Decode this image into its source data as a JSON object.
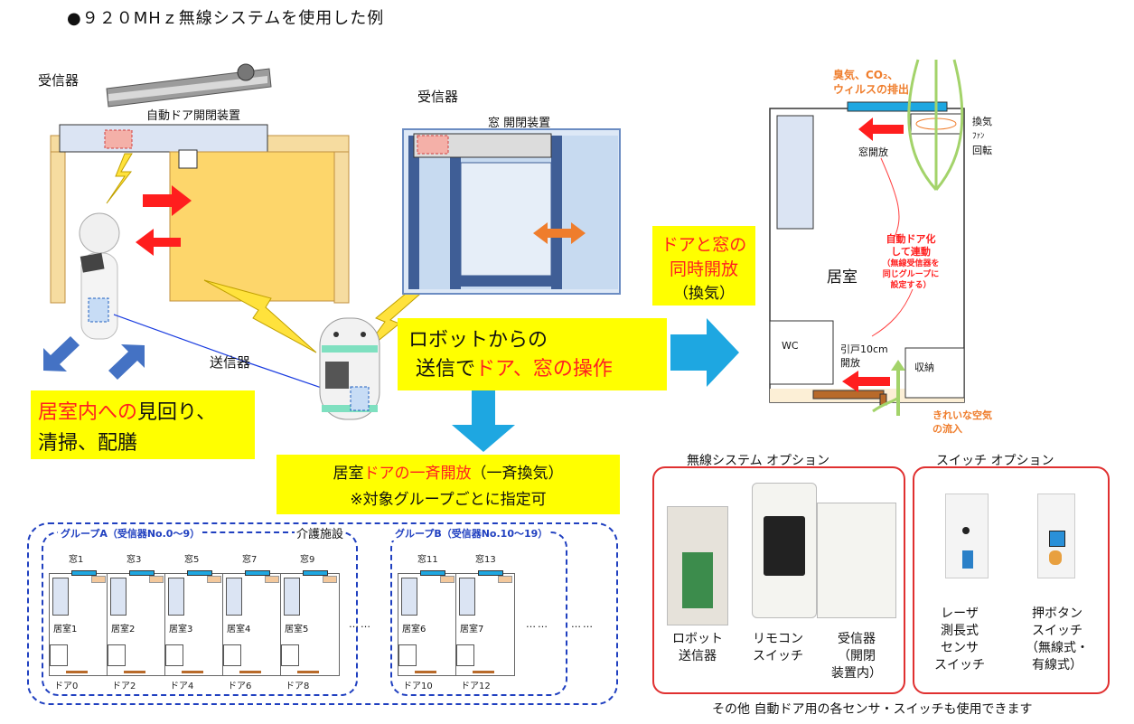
{
  "title": "●９２０MHｚ無線システムを使用した例",
  "door_section": {
    "receiver_label": "受信器",
    "door_device_label": "自動ドア開閉装置",
    "transmitter_label": "送信器"
  },
  "window_section": {
    "receiver_label": "受信器",
    "window_device_label": "窓 開閉装置"
  },
  "robot_box": {
    "line1": "ロボットからの",
    "line2_a": "送信で",
    "line2_b": "ドア、窓の操作"
  },
  "patrol_box": {
    "line1_a": "居室内への",
    "line1_b": "見回り、",
    "line2": "清掃、配膳"
  },
  "simultaneous_box": {
    "line1": "ドアと窓の",
    "line2": "同時開放",
    "line3": "（換気）"
  },
  "group_box": {
    "line1_a": "居室",
    "line1_b": "ドアの一斉開放",
    "line1_c": "（一斉換気）",
    "line2": "※対象グループごとに指定可"
  },
  "room_plan": {
    "exhaust_label_1": "臭気、CO₂、",
    "exhaust_label_2": "ウィルスの排出",
    "fan_label_1": "換気",
    "fan_label_2": "ﾌｧﾝ",
    "fan_label_3": "回転",
    "window_open": "窓開放",
    "auto_door_1": "自動ドア化",
    "auto_door_2": "して連動",
    "auto_door_3": "（無線受信器を",
    "auto_door_4": "同じグループに",
    "auto_door_5": "設定する）",
    "room_label": "居室",
    "wc_label": "WC",
    "sliding_door_1": "引戸10cm",
    "sliding_door_2": "開放",
    "storage_label": "収納",
    "clean_air_1": "きれいな空気",
    "clean_air_2": "の流入"
  },
  "facility": {
    "facility_label": "介護施設",
    "group_a": "グループA（受信器No.0～9）",
    "group_b": "グループB（受信器No.10～19）",
    "windows_a": [
      "窓1",
      "窓3",
      "窓5",
      "窓7",
      "窓9"
    ],
    "rooms_a": [
      "居室1",
      "居室2",
      "居室3",
      "居室4",
      "居室5"
    ],
    "doors_a": [
      "ドア0",
      "ドア2",
      "ドア4",
      "ドア6",
      "ドア8"
    ],
    "windows_b": [
      "窓11",
      "窓13"
    ],
    "rooms_b": [
      "居室6",
      "居室7"
    ],
    "doors_b": [
      "ドア10",
      "ドア12"
    ],
    "ellipsis": "……"
  },
  "wireless_option": {
    "title": "無線システム オプション",
    "items": [
      {
        "line1": "ロボット",
        "line2": "送信器",
        "line3": ""
      },
      {
        "line1": "リモコン",
        "line2": "スイッチ",
        "line3": ""
      },
      {
        "line1": "受信器",
        "line2": "（開閉",
        "line3": "装置内）"
      }
    ]
  },
  "switch_option": {
    "title": "スイッチ オプション",
    "items": [
      {
        "line1": "レーザ",
        "line2": "測長式",
        "line3": "センサ",
        "line4": "スイッチ"
      },
      {
        "line1": "押ボタン",
        "line2": "スイッチ",
        "line3": "（無線式・",
        "line4": "有線式）"
      }
    ]
  },
  "footer": "その他 自動ドア用の各センサ・スイッチも使用できます",
  "colors": {
    "yellow": "#ffff00",
    "red_text": "#ff2020",
    "cyan_arrow": "#1ea7e1",
    "door_panel": "#fdd66b",
    "frame": "#f6dca0",
    "option_border": "#e03030",
    "group_border": "#2040c0"
  }
}
